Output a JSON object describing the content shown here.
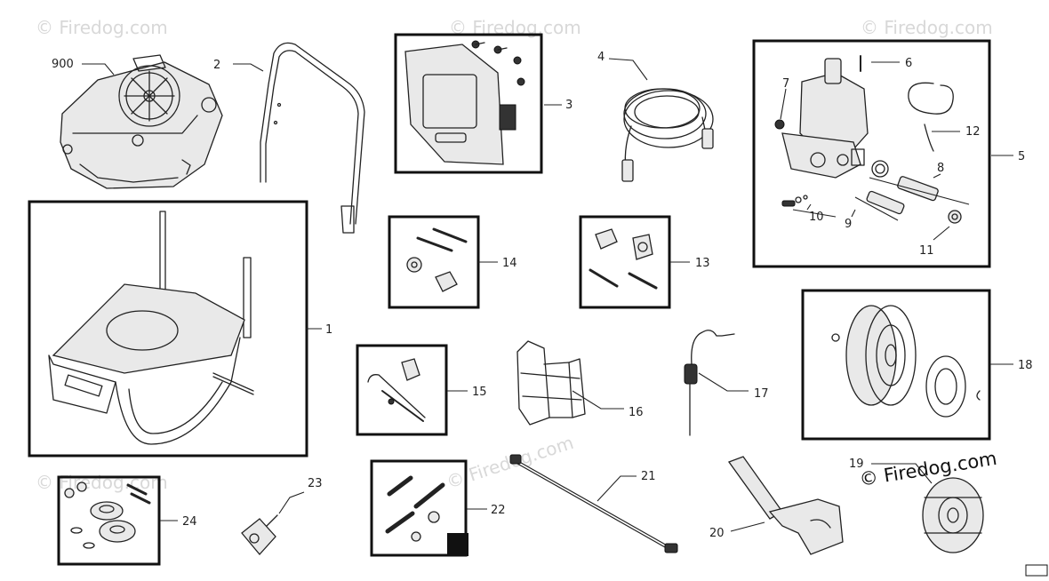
{
  "diagram": {
    "callouts": {
      "c900": "900",
      "c1": "1",
      "c2": "2",
      "c3": "3",
      "c4": "4",
      "c5": "5",
      "c6": "6",
      "c7": "7",
      "c8": "8",
      "c9": "9",
      "c10": "10",
      "c11": "11",
      "c12": "12",
      "c13": "13",
      "c14": "14",
      "c15": "15",
      "c16": "16",
      "c17": "17",
      "c18": "18",
      "c19": "19",
      "c20": "20",
      "c21": "21",
      "c22": "22",
      "c23": "23",
      "c24": "24"
    },
    "watermark": "© Firedog.com",
    "brand_watermark": "© Firedog.com"
  }
}
